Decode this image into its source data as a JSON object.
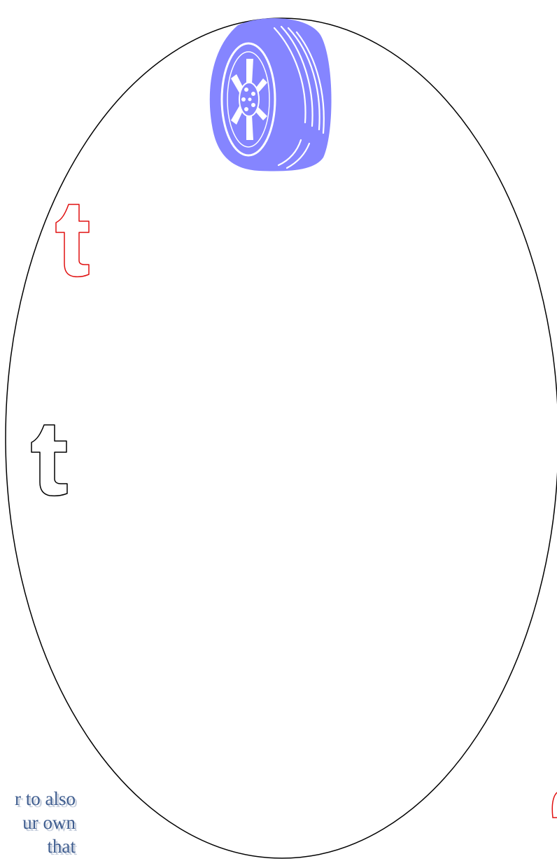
{
  "corner_text": {
    "line1": "r to also",
    "line2": "ur own",
    "line3": "that"
  },
  "colors": {
    "ellipse_stroke": "#000000",
    "tire": "#8585ff",
    "tire_highlight": "#ffffff",
    "letter_red": "#e01010",
    "letter_black": "#000000",
    "corner_text": "#3f5d8f"
  },
  "icons": {
    "tire": "tire-icon",
    "letter_red": "letter-t-outline-red",
    "letter_black": "letter-t-outline-black",
    "partial_shape": "partial-red-arc"
  }
}
